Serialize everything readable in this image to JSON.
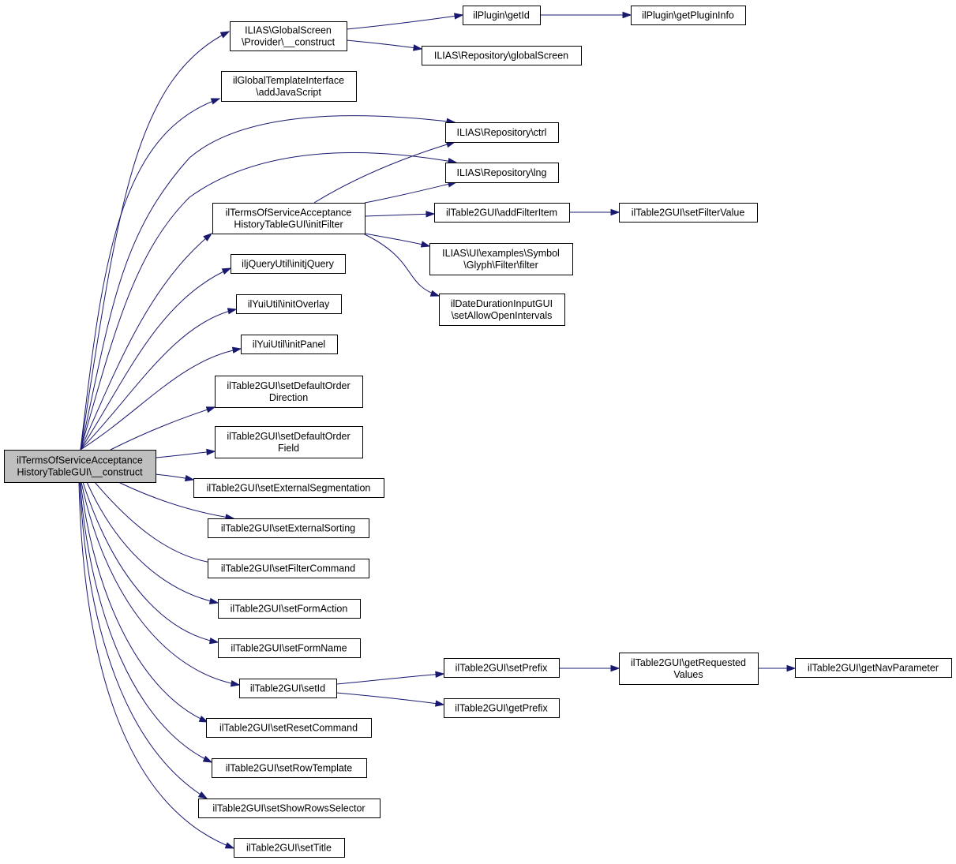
{
  "colors": {
    "edge": "#191970",
    "root_fill": "#bfbfbf",
    "node_fill": "#ffffff",
    "border": "#000000"
  },
  "nodes": [
    {
      "id": "root",
      "lines": [
        "ilTermsOfServiceAcceptance",
        "HistoryTableGUI\\__construct"
      ],
      "root": true
    },
    {
      "id": "gs_provider",
      "lines": [
        "ILIAS\\GlobalScreen",
        "\\Provider\\__construct"
      ]
    },
    {
      "id": "plugin_getid",
      "lines": [
        "ilPlugin\\getId"
      ]
    },
    {
      "id": "plugin_getinfo",
      "lines": [
        "ilPlugin\\getPluginInfo"
      ]
    },
    {
      "id": "repo_globalscreen",
      "lines": [
        "ILIAS\\Repository\\globalScreen"
      ]
    },
    {
      "id": "addjs",
      "lines": [
        "ilGlobalTemplateInterface",
        "\\addJavaScript"
      ]
    },
    {
      "id": "repo_ctrl",
      "lines": [
        "ILIAS\\Repository\\ctrl"
      ]
    },
    {
      "id": "repo_lng",
      "lines": [
        "ILIAS\\Repository\\lng"
      ]
    },
    {
      "id": "initfilter",
      "lines": [
        "ilTermsOfServiceAcceptance",
        "HistoryTableGUI\\initFilter"
      ]
    },
    {
      "id": "addfilteritem",
      "lines": [
        "ilTable2GUI\\addFilterItem"
      ]
    },
    {
      "id": "setfiltervalue",
      "lines": [
        "ilTable2GUI\\setFilterValue"
      ]
    },
    {
      "id": "glyph_filter",
      "lines": [
        "ILIAS\\UI\\examples\\Symbol",
        "\\Glyph\\Filter\\filter"
      ]
    },
    {
      "id": "dateduration",
      "lines": [
        "ilDateDurationInputGUI",
        "\\setAllowOpenIntervals"
      ]
    },
    {
      "id": "initjquery",
      "lines": [
        "iljQueryUtil\\initjQuery"
      ]
    },
    {
      "id": "initoverlay",
      "lines": [
        "ilYuiUtil\\initOverlay"
      ]
    },
    {
      "id": "initpanel",
      "lines": [
        "ilYuiUtil\\initPanel"
      ]
    },
    {
      "id": "setdefaultorderdir",
      "lines": [
        "ilTable2GUI\\setDefaultOrder",
        "Direction"
      ]
    },
    {
      "id": "setdefaultorderfield",
      "lines": [
        "ilTable2GUI\\setDefaultOrder",
        "Field"
      ]
    },
    {
      "id": "setextseg",
      "lines": [
        "ilTable2GUI\\setExternalSegmentation"
      ]
    },
    {
      "id": "setextsort",
      "lines": [
        "ilTable2GUI\\setExternalSorting"
      ]
    },
    {
      "id": "setfiltercmd",
      "lines": [
        "ilTable2GUI\\setFilterCommand"
      ]
    },
    {
      "id": "setformaction",
      "lines": [
        "ilTable2GUI\\setFormAction"
      ]
    },
    {
      "id": "setformname",
      "lines": [
        "ilTable2GUI\\setFormName"
      ]
    },
    {
      "id": "setid",
      "lines": [
        "ilTable2GUI\\setId"
      ]
    },
    {
      "id": "setprefix",
      "lines": [
        "ilTable2GUI\\setPrefix"
      ]
    },
    {
      "id": "getrequested",
      "lines": [
        "ilTable2GUI\\getRequested",
        "Values"
      ]
    },
    {
      "id": "getnavparam",
      "lines": [
        "ilTable2GUI\\getNavParameter"
      ]
    },
    {
      "id": "getprefix",
      "lines": [
        "ilTable2GUI\\getPrefix"
      ]
    },
    {
      "id": "setresetcmd",
      "lines": [
        "ilTable2GUI\\setResetCommand"
      ]
    },
    {
      "id": "setrowtemplate",
      "lines": [
        "ilTable2GUI\\setRowTemplate"
      ]
    },
    {
      "id": "setshowrows",
      "lines": [
        "ilTable2GUI\\setShowRowsSelector"
      ]
    },
    {
      "id": "settitle",
      "lines": [
        "ilTable2GUI\\setTitle"
      ]
    }
  ],
  "edges": [
    [
      "root",
      "gs_provider"
    ],
    [
      "root",
      "addjs"
    ],
    [
      "root",
      "repo_ctrl"
    ],
    [
      "root",
      "repo_lng"
    ],
    [
      "root",
      "initfilter"
    ],
    [
      "root",
      "initjquery"
    ],
    [
      "root",
      "initoverlay"
    ],
    [
      "root",
      "initpanel"
    ],
    [
      "root",
      "setdefaultorderdir"
    ],
    [
      "root",
      "setdefaultorderfield"
    ],
    [
      "root",
      "setextseg"
    ],
    [
      "root",
      "setextsort"
    ],
    [
      "root",
      "setfiltercmd"
    ],
    [
      "root",
      "setformaction"
    ],
    [
      "root",
      "setformname"
    ],
    [
      "root",
      "setid"
    ],
    [
      "root",
      "setresetcmd"
    ],
    [
      "root",
      "setrowtemplate"
    ],
    [
      "root",
      "setshowrows"
    ],
    [
      "root",
      "settitle"
    ],
    [
      "gs_provider",
      "plugin_getid"
    ],
    [
      "gs_provider",
      "repo_globalscreen"
    ],
    [
      "plugin_getid",
      "plugin_getinfo"
    ],
    [
      "initfilter",
      "repo_ctrl"
    ],
    [
      "initfilter",
      "repo_lng"
    ],
    [
      "initfilter",
      "addfilteritem"
    ],
    [
      "initfilter",
      "glyph_filter"
    ],
    [
      "initfilter",
      "dateduration"
    ],
    [
      "addfilteritem",
      "setfiltervalue"
    ],
    [
      "setid",
      "setprefix"
    ],
    [
      "setid",
      "getprefix"
    ],
    [
      "setprefix",
      "getrequested"
    ],
    [
      "getrequested",
      "getnavparam"
    ]
  ]
}
